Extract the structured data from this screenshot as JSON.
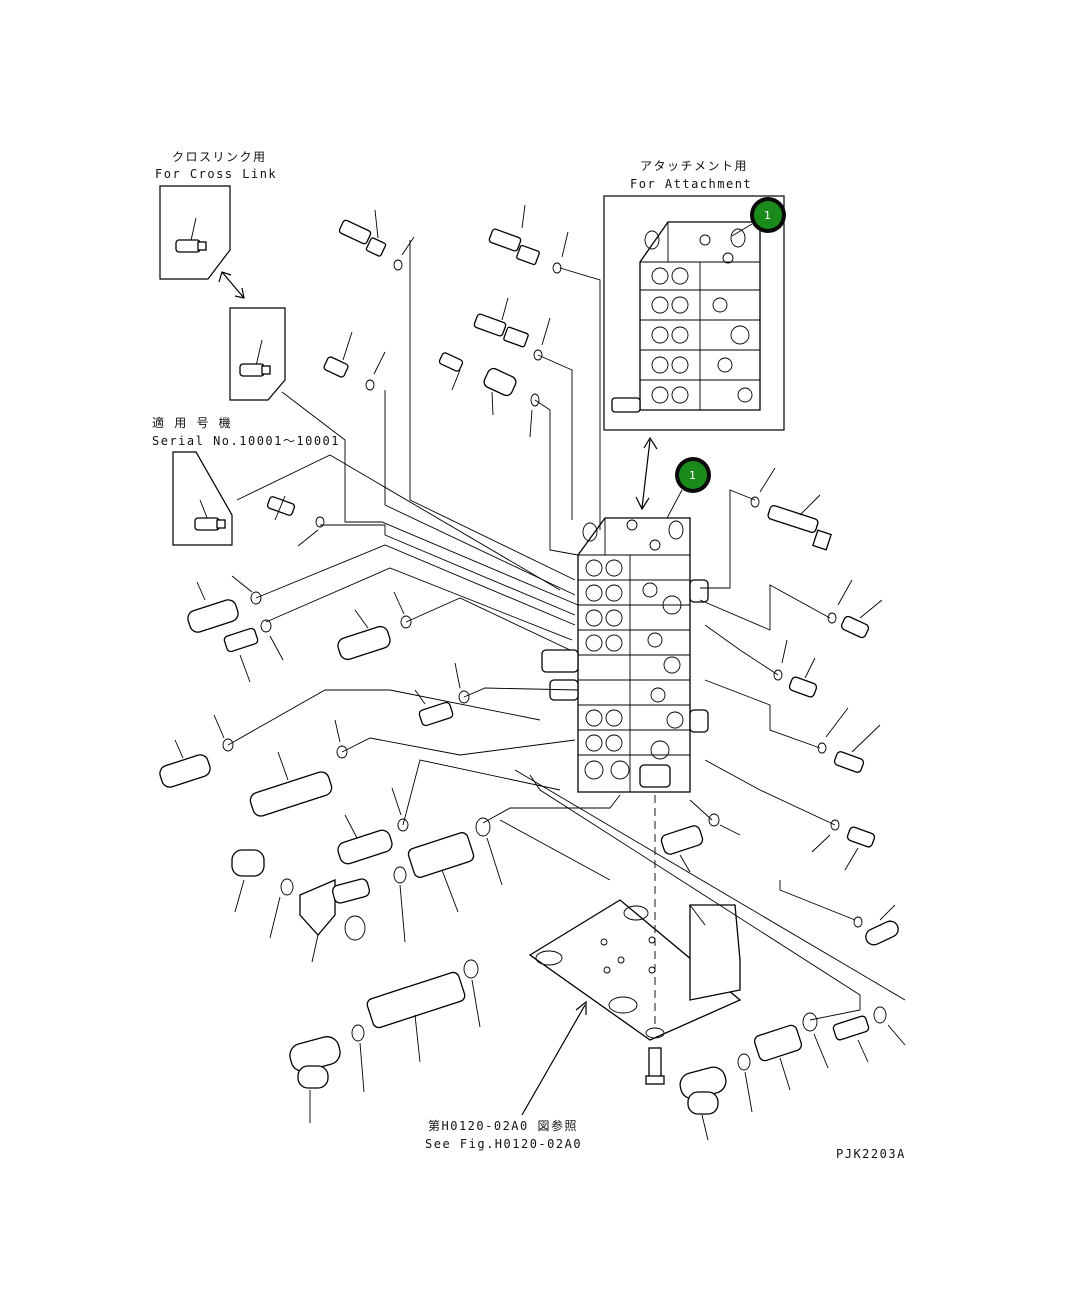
{
  "labels": {
    "cross_link_jp": "クロスリンク用",
    "cross_link_en": "For Cross Link",
    "attachment_jp": "アタッチメント用",
    "attachment_en": "For Attachment",
    "serial_jp": "適 用 号 機",
    "serial_en": "Serial No.10001〜10001",
    "ref_jp": "第H0120-02A0 図参照",
    "ref_en": "See Fig.H0120-02A0",
    "drawing_code": "PJK2203A"
  },
  "callouts": [
    {
      "number": "1",
      "color": "#1a8a1a"
    },
    {
      "number": "1",
      "color": "#1a8a1a"
    }
  ]
}
